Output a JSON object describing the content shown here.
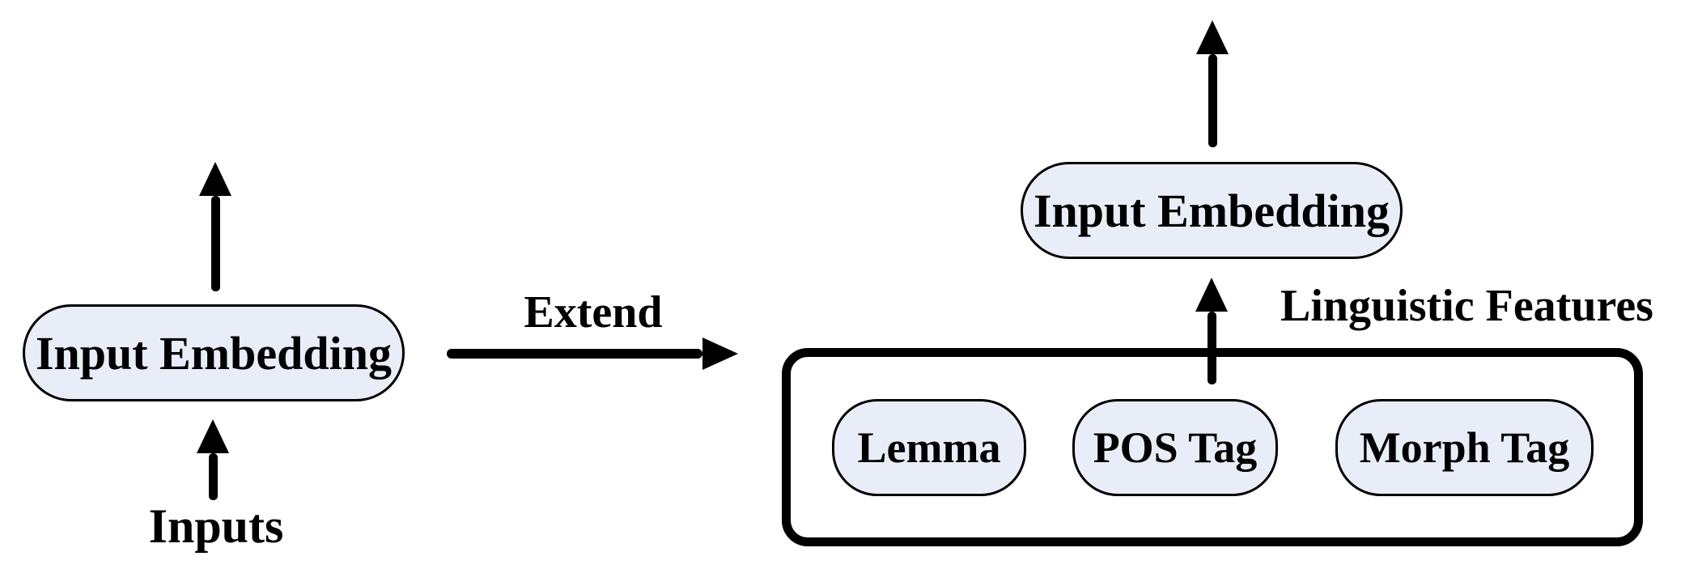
{
  "left_group": {
    "embedding_box": "Input Embedding",
    "inputs_label": "Inputs"
  },
  "extend": {
    "label": "Extend"
  },
  "right_group": {
    "embedding_box": "Input Embedding",
    "features_title": "Linguistic Features",
    "features": [
      "Lemma",
      "POS Tag",
      "Morph Tag"
    ]
  },
  "colors": {
    "box_fill": "#e8edf7",
    "box_border": "#000000",
    "arrow": "#000000",
    "container_border": "#000000",
    "background": "#ffffff"
  }
}
